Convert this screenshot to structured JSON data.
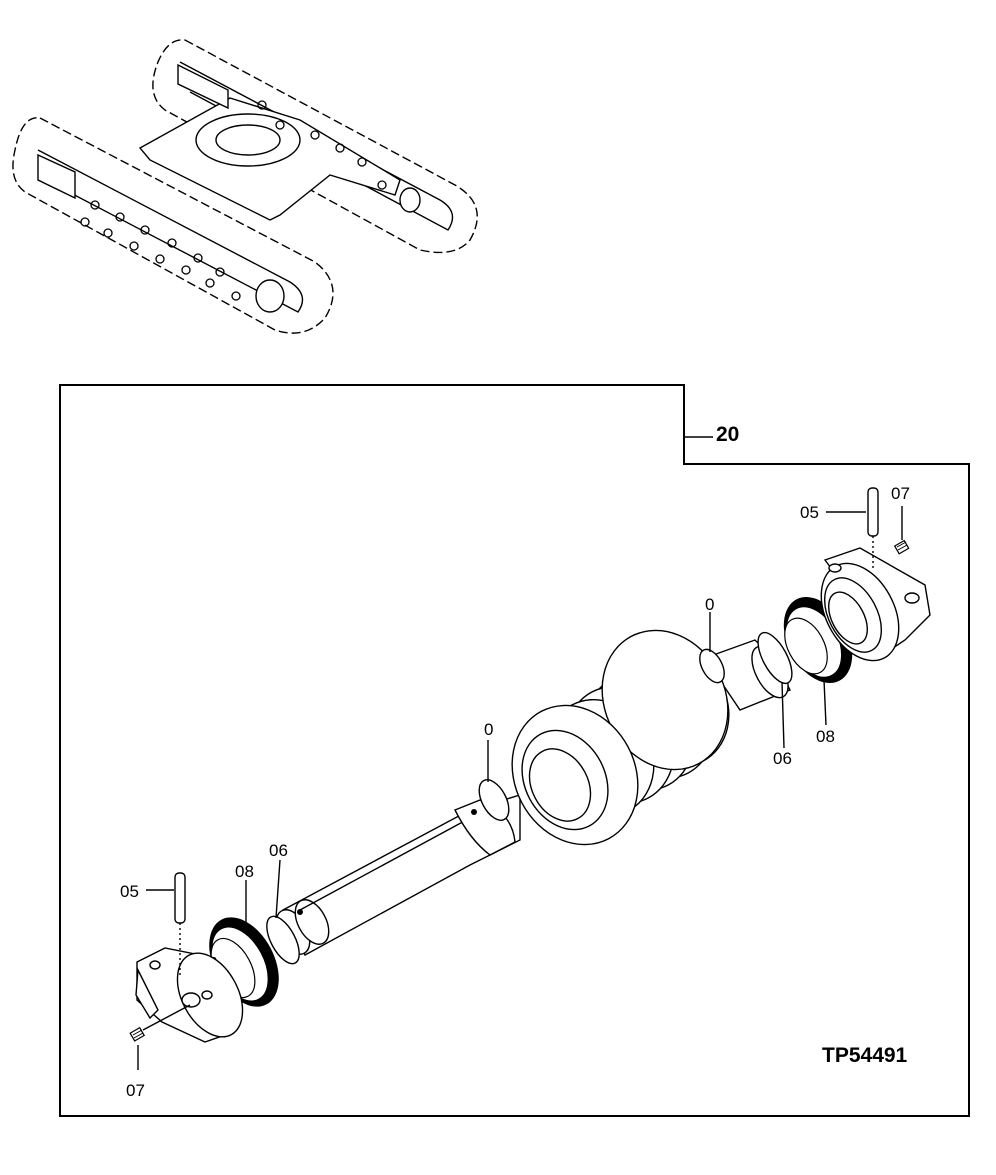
{
  "figure": {
    "assembly_ref": "20",
    "drawing_id": "TP54491"
  },
  "callouts": {
    "pin_right": "05",
    "plug_right": "07",
    "o_ring_right": "0",
    "seal_right": "08",
    "ring_right": "06",
    "o_ring_left": "0",
    "seal_left": "08",
    "ring_left": "06",
    "pin_left": "05",
    "plug_left": "07"
  }
}
